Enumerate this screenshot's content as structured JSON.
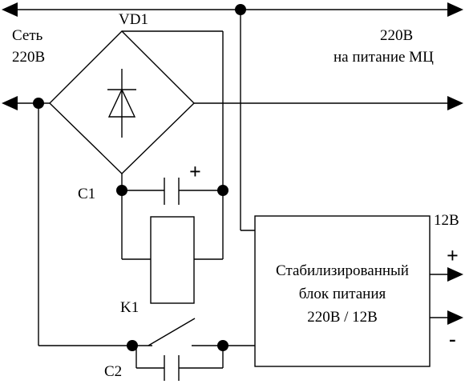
{
  "labels": {
    "mains": "Сеть",
    "mains_voltage": "220В",
    "diode_bridge": "VD1",
    "out_voltage": "220В",
    "out_purpose": "на питание МЦ",
    "capacitor1": "C1",
    "cap_polarity": "+",
    "relay": "K1",
    "capacitor2": "C2",
    "psu_voltage": "12В",
    "psu_line1": "Стабилизированный",
    "psu_line2": "блок питания",
    "psu_line3": "220В / 12В",
    "out_plus": "+",
    "out_minus": "-"
  },
  "colors": {
    "ink": "#000000",
    "paper": "#ffffff"
  }
}
